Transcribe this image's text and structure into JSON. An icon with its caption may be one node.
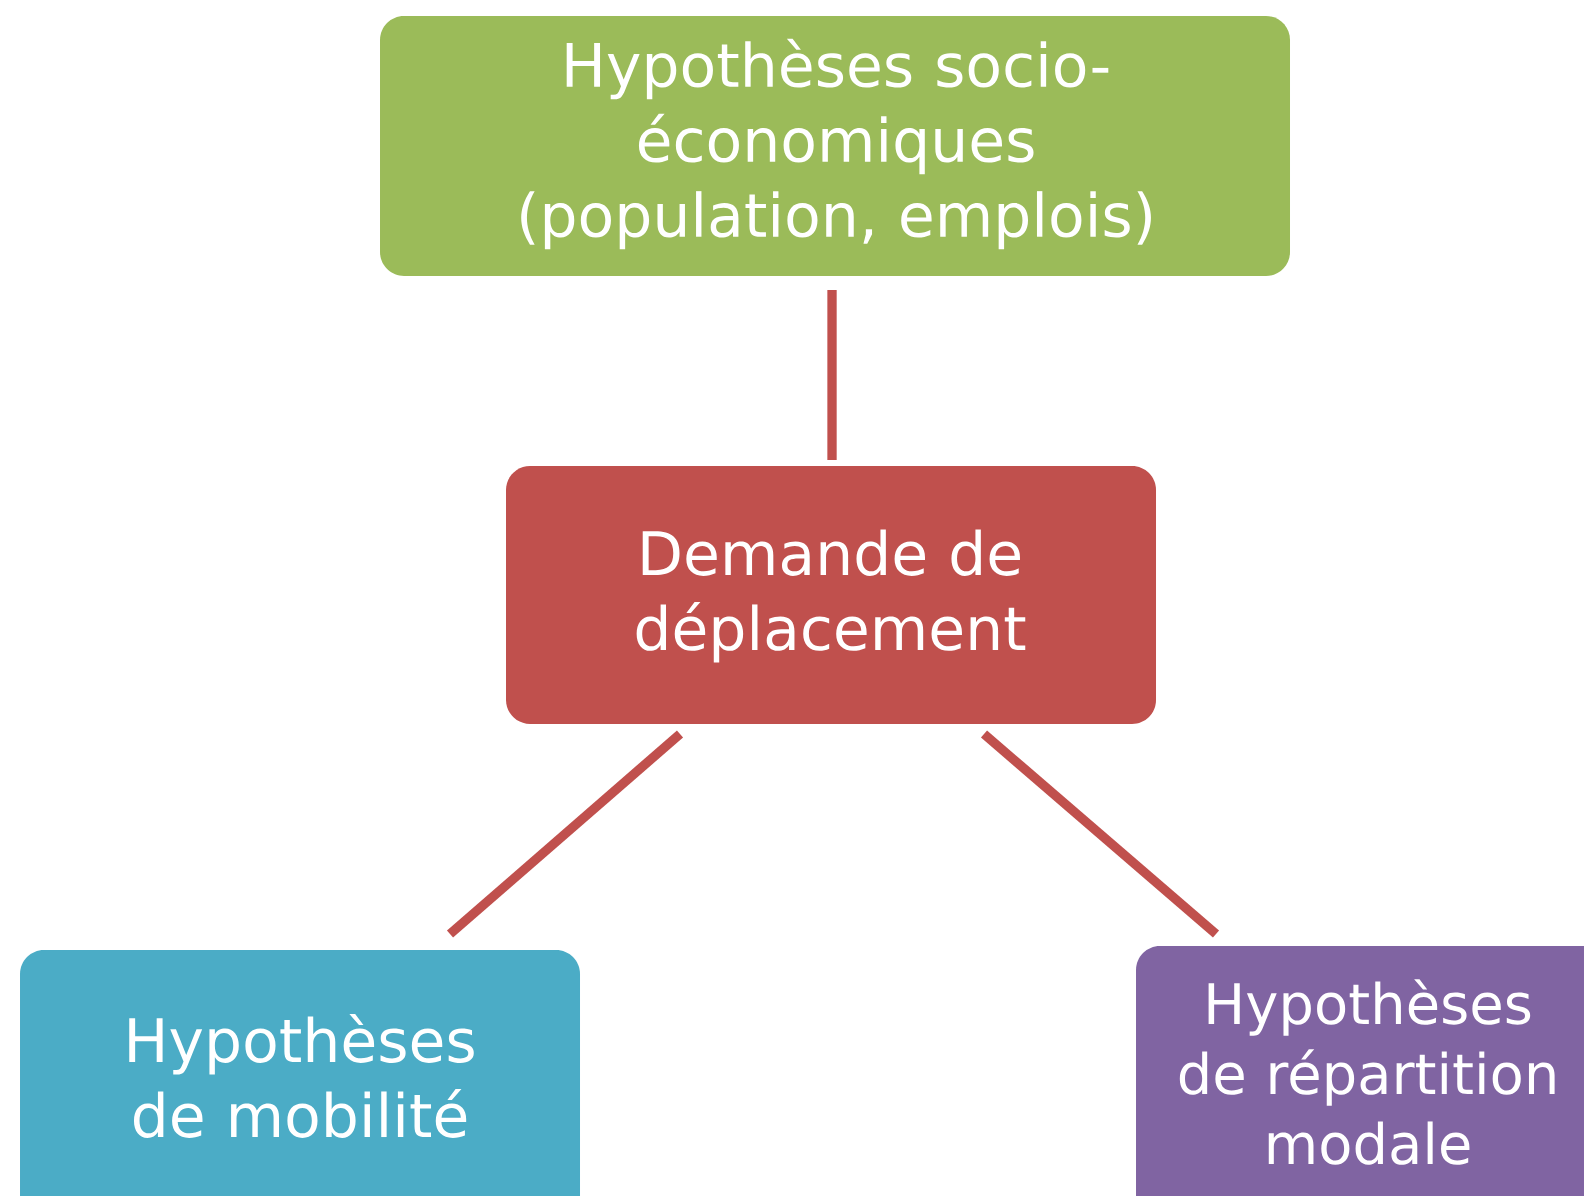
{
  "diagram": {
    "nodes": [
      {
        "text": [
          "Hypothèses socio-économiques (population, emplois)"
        ]
      },
      {
        "text": [
          "Demande de déplacement"
        ]
      },
      {
        "text": [
          "Hypothèses de mobilité"
        ]
      },
      {
        "text": [
          "Hypothèses de répartition modale"
        ]
      }
    ],
    "edges": [
      {
        "from": 0,
        "to": 1,
        "arrow": "none"
      },
      {
        "from": 1,
        "to": 2,
        "arrow": "none"
      },
      {
        "from": 1,
        "to": 3,
        "arrow": "none"
      }
    ]
  }
}
